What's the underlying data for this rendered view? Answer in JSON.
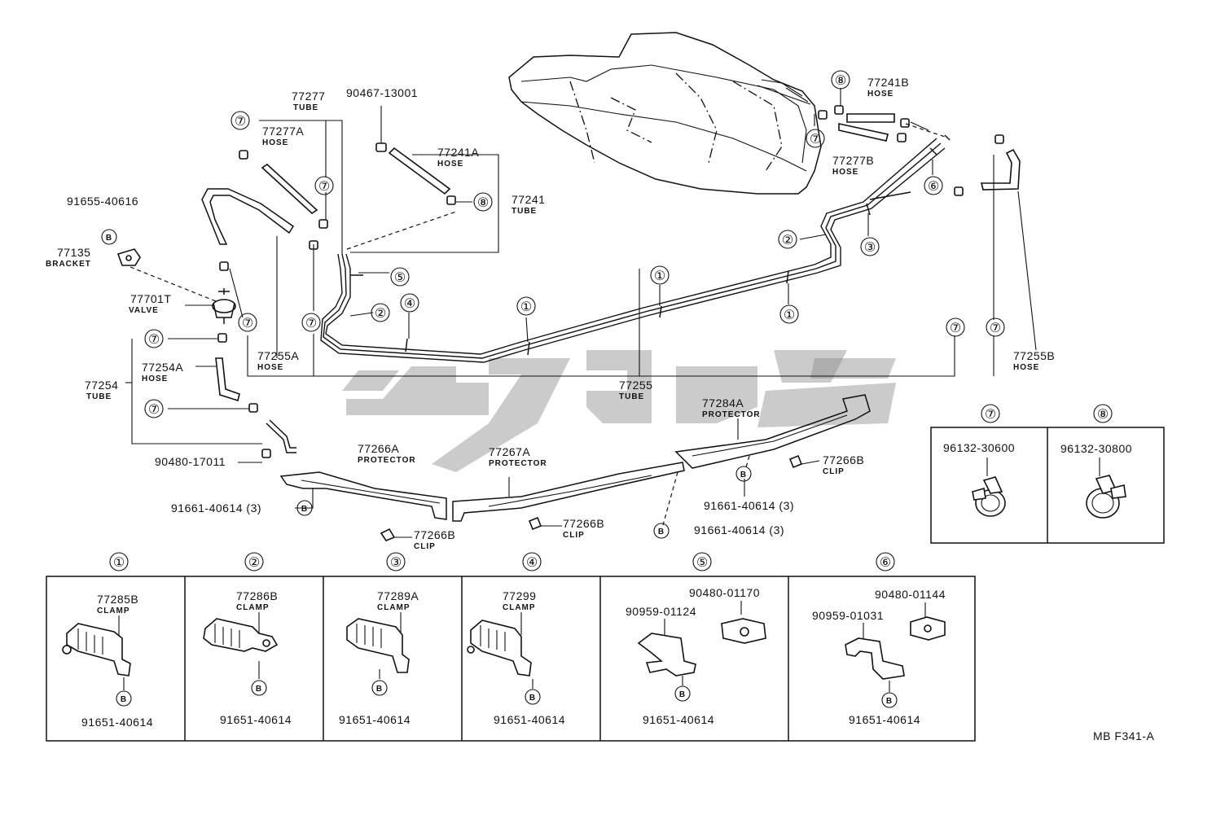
{
  "callouts": [
    {
      "num": "⑦"
    },
    {
      "num": "⑦"
    },
    {
      "num": "⑦"
    },
    {
      "num": "⑦"
    },
    {
      "num": "⑦"
    },
    {
      "num": "⑦"
    },
    {
      "num": "⑦"
    },
    {
      "num": "⑦"
    },
    {
      "num": "⑦"
    },
    {
      "num": "⑦"
    },
    {
      "num": "⑧"
    },
    {
      "num": "⑧"
    },
    {
      "num": "⑤"
    },
    {
      "num": "②"
    },
    {
      "num": "④"
    },
    {
      "num": "①"
    },
    {
      "num": "①"
    },
    {
      "num": "①"
    },
    {
      "num": "②"
    },
    {
      "num": "③"
    },
    {
      "num": "⑥"
    }
  ],
  "labels": {
    "p91655": "91655-40616",
    "p77135": "77135",
    "bracket": "BRACKET",
    "p77701t": "77701T",
    "valve": "VALVE",
    "p77277": "77277",
    "tube": "TUBE",
    "p77277a": "77277A",
    "hose": "HOSE",
    "p90467": "90467-13001",
    "p77241a": "77241A",
    "p77241": "77241",
    "p77241b": "77241B",
    "p77277b": "77277B",
    "p77255a": "77255A",
    "p77255": "77255",
    "p77255b": "77255B",
    "p77254a": "77254A",
    "p77254": "77254",
    "p90480_17011": "90480-17011",
    "p77266a": "77266A",
    "protector": "PROTECTOR",
    "p77267a": "77267A",
    "p77284a": "77284A",
    "p77266b": "77266B",
    "clip": "CLIP",
    "p91661": "91661-40614 (3)",
    "b": "B",
    "p96132_30600": "96132-30600",
    "p96132_30800": "96132-30800",
    "diagram_code": "MB F341-A"
  },
  "detail_boxes": [
    {
      "num": "①",
      "part": "77285B",
      "type": "CLAMP",
      "bolt": "91651-40614"
    },
    {
      "num": "②",
      "part": "77286B",
      "type": "CLAMP",
      "bolt": "91651-40614"
    },
    {
      "num": "③",
      "part": "77289A",
      "type": "CLAMP",
      "bolt": "91651-40614"
    },
    {
      "num": "④",
      "part": "77299",
      "type": "CLAMP",
      "bolt": "91651-40614"
    },
    {
      "num": "⑤",
      "part": "90959-01124",
      "extra": "90480-01170",
      "bolt": "91651-40614"
    },
    {
      "num": "⑥",
      "part": "90959-01031",
      "extra": "90480-01144",
      "bolt": "91651-40614"
    }
  ],
  "legend_boxes": [
    {
      "num": "⑦",
      "part": "96132-30600"
    },
    {
      "num": "⑧",
      "part": "96132-30800"
    }
  ]
}
